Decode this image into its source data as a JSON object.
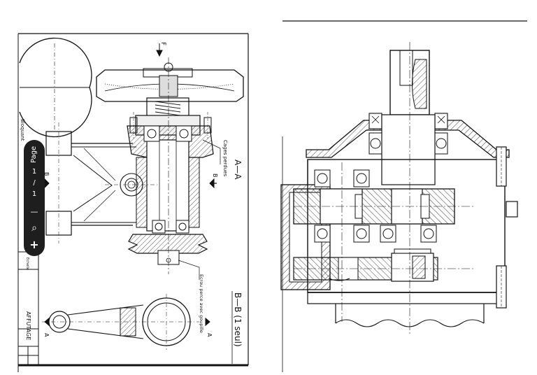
{
  "left_drawing": {
    "annotations": {
      "force_label": "F",
      "section_a_title": "A—A",
      "section_b_title": "B—B  (1 seul)",
      "callout_cages": "Cages perdues",
      "callout_ecrou": "Ecrou perce avec goupille",
      "callout_bloquant": "Bloquant",
      "cut_a_left": "A",
      "cut_a_right": "A",
      "cut_b_top": "B",
      "cut_b_right": "B",
      "title_block_text": "AFFUTAGE",
      "title_block_small": "Echelle"
    }
  },
  "viewer_toolbar": {
    "page_label": "Page",
    "current_page": "1",
    "separator": "/",
    "total_pages": "1",
    "zoom_out": "—",
    "zoom_icon": "⌕",
    "zoom_in": "+"
  },
  "colors": {
    "line": "#111111",
    "toolbar_bg": "#1e1e1e",
    "toolbar_fg": "#ffffff"
  }
}
